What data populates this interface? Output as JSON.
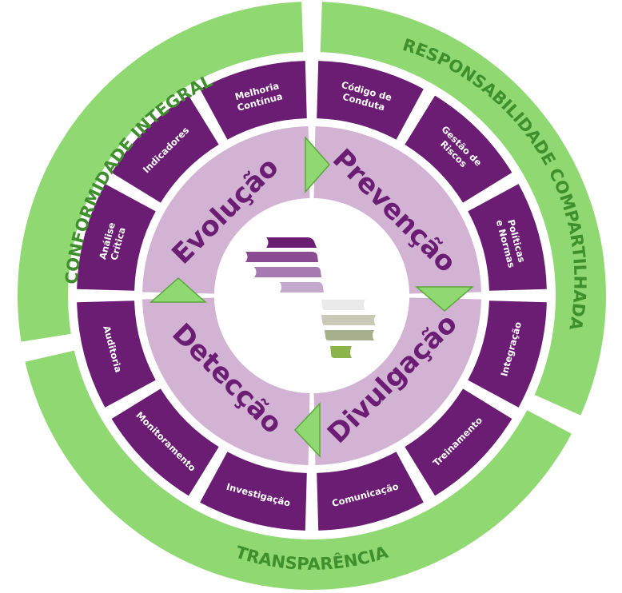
{
  "colors": {
    "green": "#8fd872",
    "green_text": "#3f8f2d",
    "purple": "#6a1d73",
    "lilac": "#d2b3d4",
    "phase_text": "#6a1d73",
    "white": "#ffffff"
  },
  "outer_ring": [
    {
      "id": "conformidade",
      "label": "CONFORMIDADE INTEGRAL"
    },
    {
      "id": "responsabilidade",
      "label": "RESPONSABILIDADE COMPARTILHADA"
    },
    {
      "id": "transparencia",
      "label": "TRANSPARÊNCIA"
    }
  ],
  "phases": [
    {
      "id": "prevencao",
      "label": "Prevenção"
    },
    {
      "id": "divulgacao",
      "label": "Divulgação"
    },
    {
      "id": "deteccao",
      "label": "Detecção"
    },
    {
      "id": "evolucao",
      "label": "Evolução"
    }
  ],
  "segments": [
    {
      "id": "codigo",
      "lines": [
        "Código de",
        "Conduta"
      ]
    },
    {
      "id": "gestao",
      "lines": [
        "Gestão de",
        "Riscos"
      ]
    },
    {
      "id": "politicas",
      "lines": [
        "Políticas",
        "e Normas"
      ]
    },
    {
      "id": "integracao",
      "lines": [
        "Integração"
      ]
    },
    {
      "id": "treinamento",
      "lines": [
        "Treinamento"
      ]
    },
    {
      "id": "comunicacao",
      "lines": [
        "Comunicação"
      ]
    },
    {
      "id": "investigacao",
      "lines": [
        "Investigação"
      ]
    },
    {
      "id": "monitoramento",
      "lines": [
        "Monitoramento"
      ]
    },
    {
      "id": "auditoria",
      "lines": [
        "Auditoria"
      ]
    },
    {
      "id": "analise",
      "lines": [
        "Análise",
        "Crítica"
      ]
    },
    {
      "id": "indicadores",
      "lines": [
        "Indicadores"
      ]
    },
    {
      "id": "melhoria",
      "lines": [
        "Melhoria",
        "Contínua"
      ]
    }
  ],
  "logo": {
    "name": "compliance-logo-icon"
  }
}
